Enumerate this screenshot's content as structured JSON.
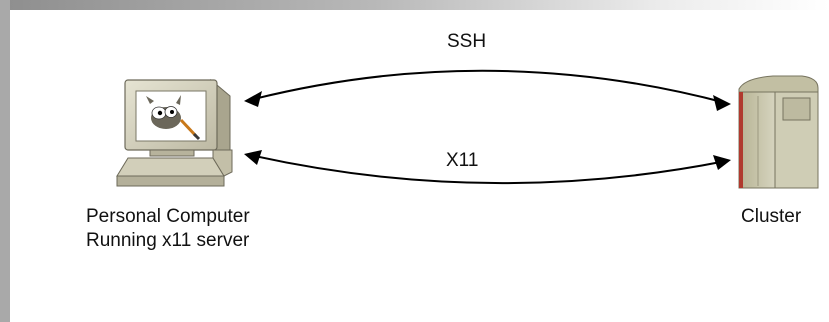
{
  "connections": {
    "top_label": "SSH",
    "bottom_label": "X11"
  },
  "computer": {
    "icon": "desktop-computer-icon",
    "screen_icon": "gimp-wilber-icon",
    "line1": "Personal Computer",
    "line2": "Running x11 server"
  },
  "cluster": {
    "icon": "server-tower-icon",
    "label": "Cluster"
  },
  "colors": {
    "arrow": "#000000",
    "monitor_body": "#d3d0bd",
    "server_body": "#c9c7ad",
    "server_accent": "#b03a2e"
  }
}
